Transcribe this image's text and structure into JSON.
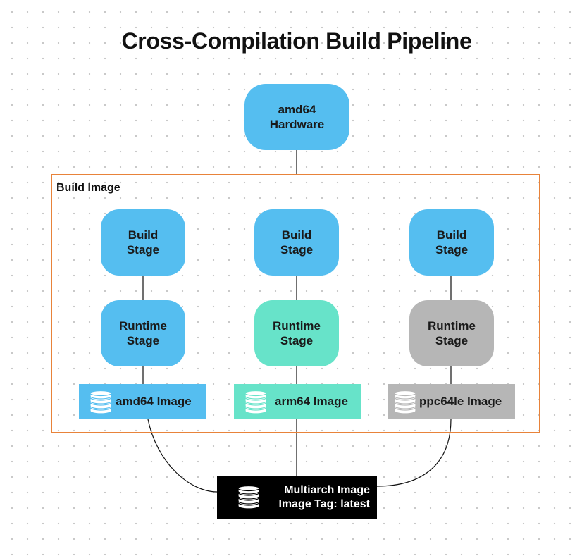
{
  "title": "Cross-Compilation Build Pipeline",
  "hardware": {
    "label_line1": "amd64",
    "label_line2": "Hardware"
  },
  "group": {
    "label": "Build Image",
    "border_color": "#e8833a"
  },
  "columns": [
    {
      "build": {
        "line1": "Build",
        "line2": "Stage"
      },
      "runtime": {
        "line1": "Runtime",
        "line2": "Stage"
      },
      "image": {
        "label": "amd64 Image"
      },
      "color": "#55bef0"
    },
    {
      "build": {
        "line1": "Build",
        "line2": "Stage"
      },
      "runtime": {
        "line1": "Runtime",
        "line2": "Stage"
      },
      "image": {
        "label": "arm64 Image"
      },
      "color": "#67e3c9"
    },
    {
      "build": {
        "line1": "Build",
        "line2": "Stage"
      },
      "runtime": {
        "line1": "Runtime",
        "line2": "Stage"
      },
      "image": {
        "label": "ppc64le Image"
      },
      "color": "#b6b6b6"
    }
  ],
  "multiarch": {
    "line1": "Multiarch Image",
    "line2": "Image Tag: latest"
  },
  "colors": {
    "blue": "#55bef0",
    "teal": "#67e3c9",
    "gray": "#b6b6b6",
    "black": "#000000",
    "orange": "#e8833a"
  },
  "icons": {
    "image": "database-icon"
  }
}
